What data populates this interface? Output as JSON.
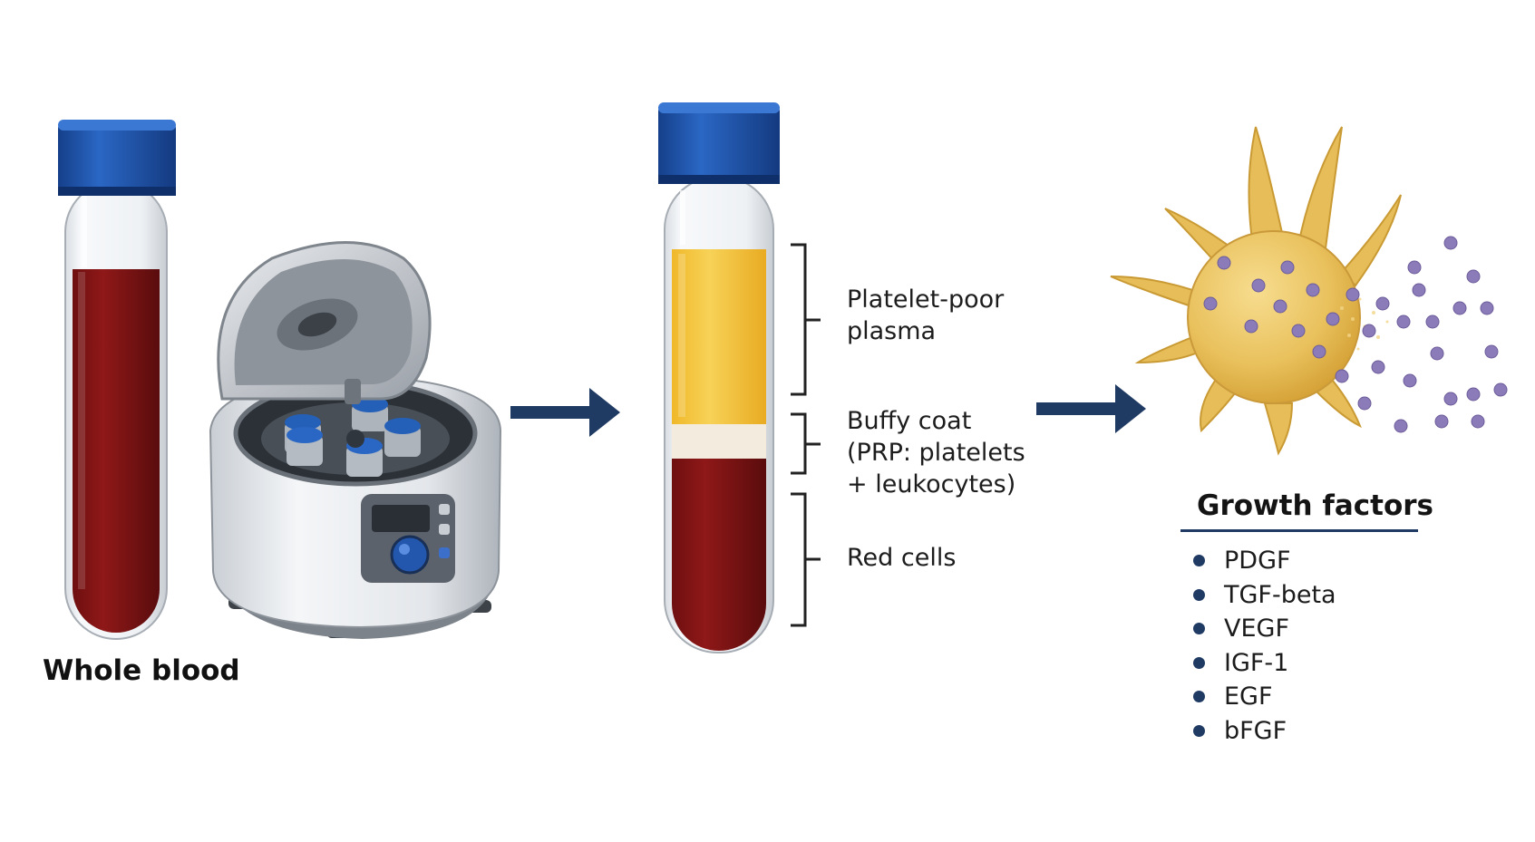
{
  "labels": {
    "whole_blood": "Whole blood",
    "platelet_poor_plasma": [
      "Platelet-poor",
      "plasma"
    ],
    "buffy_coat": [
      "Buffy coat",
      "(PRP: platelets",
      "+ leukocytes)"
    ],
    "red_cells": "Red cells"
  },
  "growth_factors": {
    "heading": "Growth factors",
    "items": [
      "PDGF",
      "TGF-beta",
      "VEGF",
      "IGF-1",
      "EGF",
      "bFGF"
    ]
  },
  "colors": {
    "blood": "#8b1616",
    "plasma": "#f2c23b",
    "buffy": "#f4ece0",
    "cap": "#1f56b0",
    "arrow": "#1f3a63",
    "platelet": "#e8c060",
    "granule": "#8b7bb8"
  }
}
